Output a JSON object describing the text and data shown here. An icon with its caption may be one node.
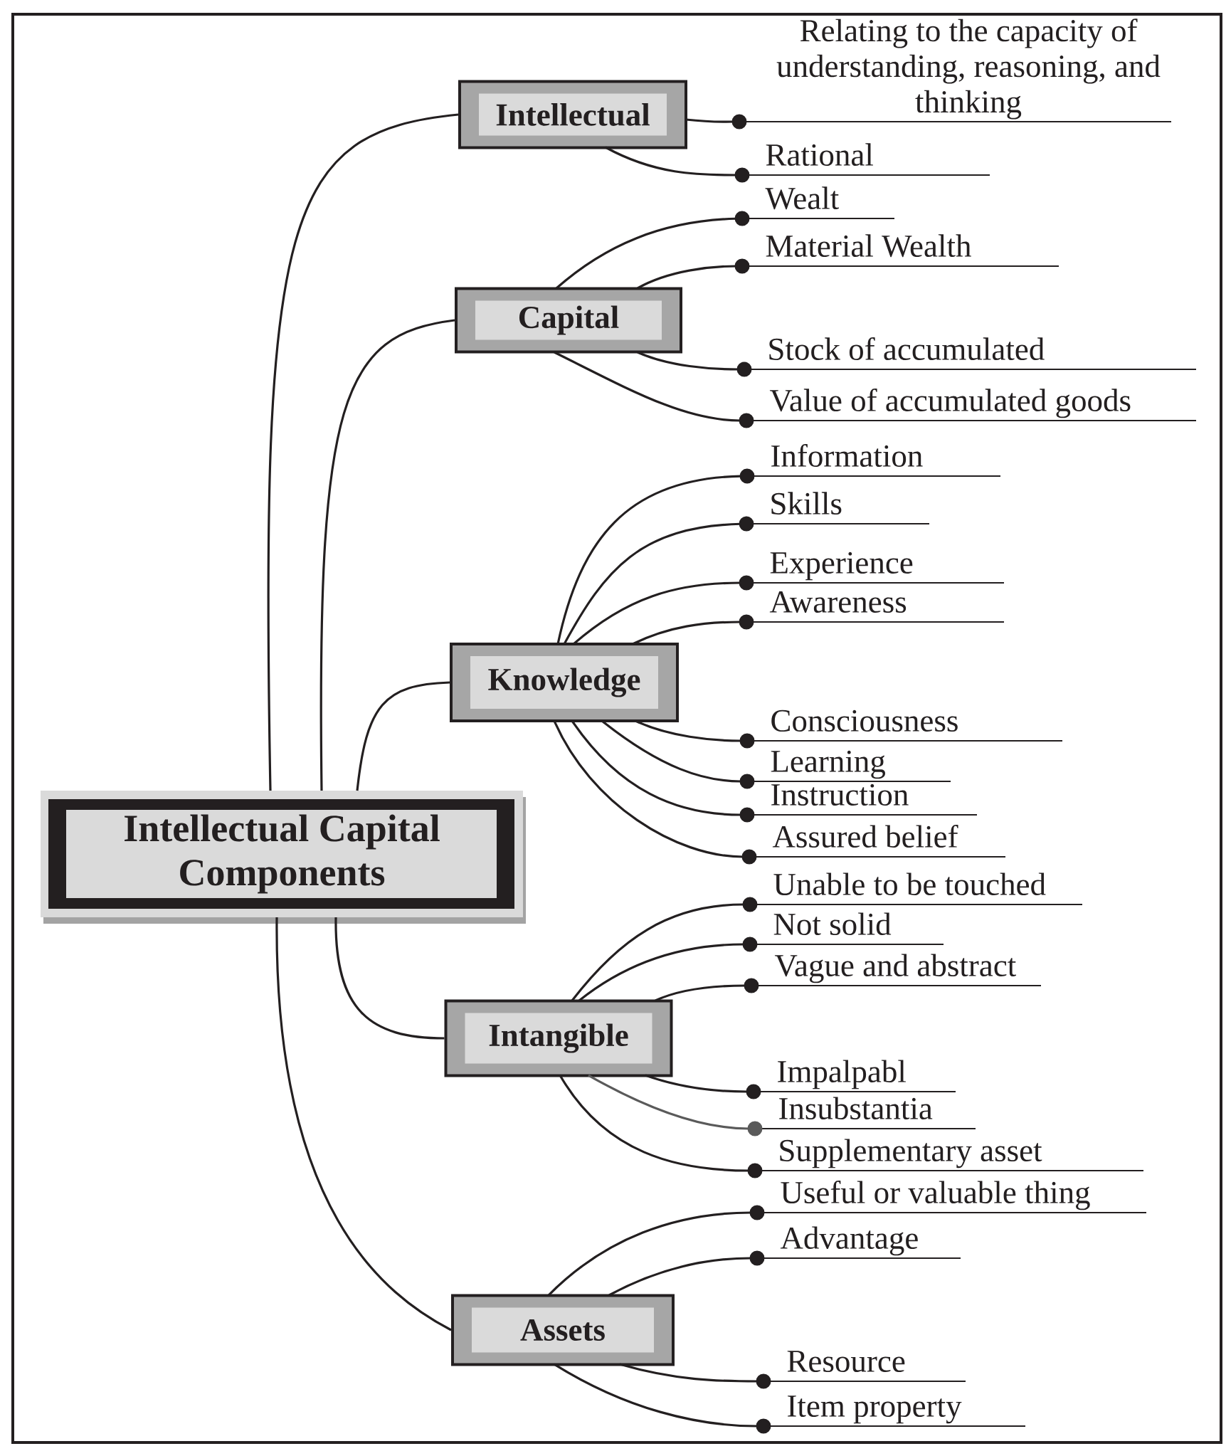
{
  "diagram": {
    "nodes": [
      {
        "text": [
          "Intellectual Capital Components"
        ]
      },
      {
        "text": [
          "Intellectual"
        ]
      },
      {
        "text": [
          "Relating to the capacity of understanding, reasoning, and thinking"
        ]
      },
      {
        "text": [
          "Rational"
        ]
      },
      {
        "text": [
          "Capital"
        ]
      },
      {
        "text": [
          "Wealt"
        ]
      },
      {
        "text": [
          "Material Wealth"
        ]
      },
      {
        "text": [
          "Stock of accumulated"
        ]
      },
      {
        "text": [
          "Value of accumulated goods"
        ]
      },
      {
        "text": [
          "Knowledge"
        ]
      },
      {
        "text": [
          "Information"
        ]
      },
      {
        "text": [
          "Skills"
        ]
      },
      {
        "text": [
          "Experience"
        ]
      },
      {
        "text": [
          "Awareness"
        ]
      },
      {
        "text": [
          "Consciousness"
        ]
      },
      {
        "text": [
          "Learning"
        ]
      },
      {
        "text": [
          "Instruction"
        ]
      },
      {
        "text": [
          "Assured belief"
        ]
      },
      {
        "text": [
          "Intangible"
        ]
      },
      {
        "text": [
          "Unable to be touched"
        ]
      },
      {
        "text": [
          "Not solid"
        ]
      },
      {
        "text": [
          "Vague and abstract"
        ]
      },
      {
        "text": [
          "Impalpabl"
        ]
      },
      {
        "text": [
          "Insubstantia"
        ]
      },
      {
        "text": [
          "Supplementary asset"
        ]
      },
      {
        "text": [
          "Assets"
        ]
      },
      {
        "text": [
          "Useful or valuable thing"
        ]
      },
      {
        "text": [
          "Advantage"
        ]
      },
      {
        "text": [
          "Resource"
        ]
      },
      {
        "text": [
          "Item property"
        ]
      }
    ],
    "edges": [
      {
        "from": 0,
        "to": 1,
        "arrow": "none"
      },
      {
        "from": 0,
        "to": 4,
        "arrow": "none"
      },
      {
        "from": 0,
        "to": 9,
        "arrow": "none"
      },
      {
        "from": 0,
        "to": 18,
        "arrow": "none"
      },
      {
        "from": 0,
        "to": 25,
        "arrow": "none"
      },
      {
        "from": 1,
        "to": 2,
        "arrow": "other"
      },
      {
        "from": 1,
        "to": 3,
        "arrow": "other"
      },
      {
        "from": 4,
        "to": 5,
        "arrow": "other"
      },
      {
        "from": 4,
        "to": 6,
        "arrow": "other"
      },
      {
        "from": 4,
        "to": 7,
        "arrow": "other"
      },
      {
        "from": 4,
        "to": 8,
        "arrow": "other"
      },
      {
        "from": 9,
        "to": 10,
        "arrow": "other"
      },
      {
        "from": 9,
        "to": 11,
        "arrow": "other"
      },
      {
        "from": 9,
        "to": 12,
        "arrow": "other"
      },
      {
        "from": 9,
        "to": 13,
        "arrow": "other"
      },
      {
        "from": 9,
        "to": 14,
        "arrow": "other"
      },
      {
        "from": 9,
        "to": 15,
        "arrow": "other"
      },
      {
        "from": 9,
        "to": 16,
        "arrow": "other"
      },
      {
        "from": 9,
        "to": 17,
        "arrow": "other"
      },
      {
        "from": 18,
        "to": 19,
        "arrow": "other"
      },
      {
        "from": 18,
        "to": 20,
        "arrow": "other"
      },
      {
        "from": 18,
        "to": 21,
        "arrow": "other"
      },
      {
        "from": 18,
        "to": 22,
        "arrow": "other"
      },
      {
        "from": 18,
        "to": 23,
        "arrow": "other",
        "color": "#5a5a5a"
      },
      {
        "from": 18,
        "to": 24,
        "arrow": "other"
      },
      {
        "from": 25,
        "to": 26,
        "arrow": "other"
      },
      {
        "from": 25,
        "to": 27,
        "arrow": "other"
      },
      {
        "from": 25,
        "to": 28,
        "arrow": "other"
      },
      {
        "from": 25,
        "to": 29,
        "arrow": "other"
      }
    ]
  }
}
